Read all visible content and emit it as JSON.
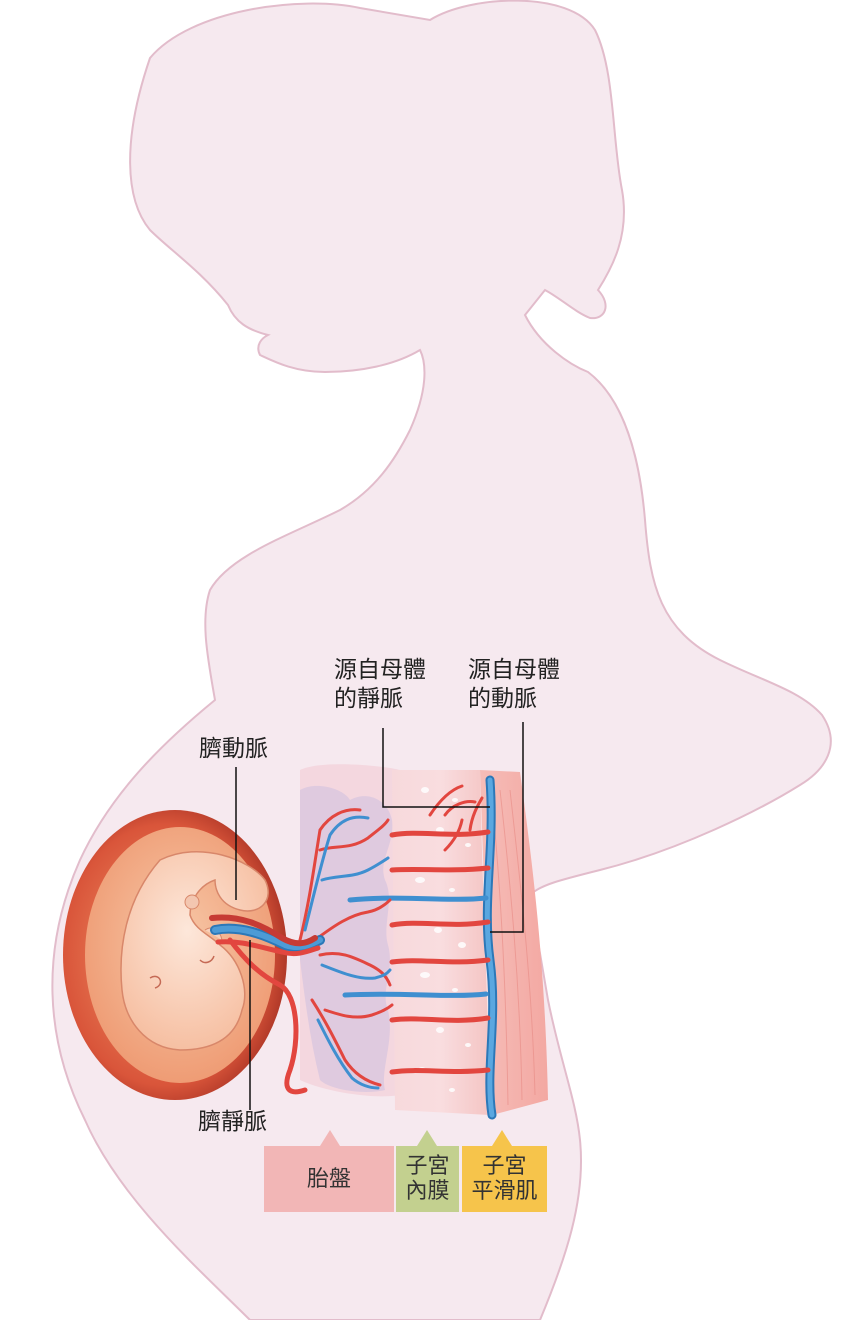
{
  "labels": {
    "umbilical_artery": "臍動脈",
    "umbilical_vein": "臍靜脈",
    "maternal_vein": [
      "源自母體",
      "的靜脈"
    ],
    "maternal_artery": [
      "源自母體",
      "的動脈"
    ]
  },
  "legend": {
    "placenta": "胎盤",
    "endometrium": [
      "子宮",
      "內膜"
    ],
    "myometrium": [
      "子宮",
      "平滑肌"
    ]
  },
  "colors": {
    "body": "#f6e9ef",
    "body_outline": "#e2bccb",
    "artery": "#e2463f",
    "vein": "#3f8fd0",
    "placenta_legend": "#f2b6b6",
    "endometrium_legend": "#c3d08f",
    "myometrium_legend": "#f6c44b"
  }
}
